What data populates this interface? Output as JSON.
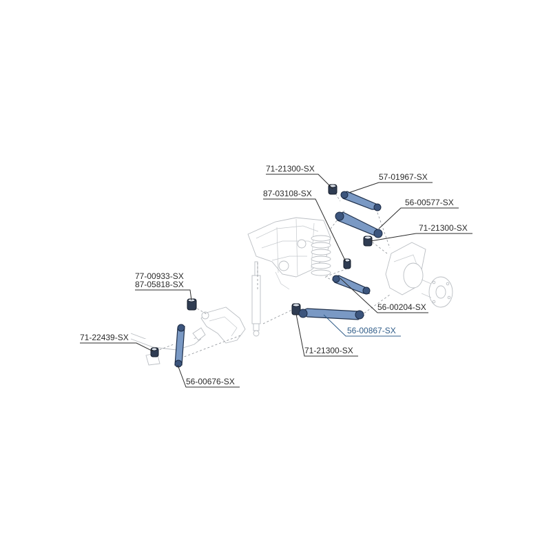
{
  "parts": [
    {
      "id": "p1",
      "code": "71-21300-SX",
      "highlight": false
    },
    {
      "id": "p2",
      "code": "57-01967-SX",
      "highlight": false
    },
    {
      "id": "p3",
      "code": "87-03108-SX",
      "highlight": false
    },
    {
      "id": "p4",
      "code": "56-00577-SX",
      "highlight": false
    },
    {
      "id": "p5",
      "code": "71-21300-SX",
      "highlight": false
    },
    {
      "id": "p6",
      "code": "77-00933-SX",
      "highlight": false
    },
    {
      "id": "p7",
      "code": "87-05818-SX",
      "highlight": false
    },
    {
      "id": "p8",
      "code": "56-00204-SX",
      "highlight": false
    },
    {
      "id": "p9",
      "code": "56-00867-SX",
      "highlight": true
    },
    {
      "id": "p10",
      "code": "71-22439-SX",
      "highlight": false
    },
    {
      "id": "p11",
      "code": "71-21300-SX",
      "highlight": false
    },
    {
      "id": "p12",
      "code": "56-00676-SX",
      "highlight": false
    }
  ],
  "colors": {
    "part_fill": "#7a99c4",
    "part_outline": "#1f2f49",
    "bushing": "#2f3c52",
    "label_text": "#2a2a2a",
    "highlight_label": "#2f5c88",
    "ghost_outline": "#b9bdc2"
  }
}
